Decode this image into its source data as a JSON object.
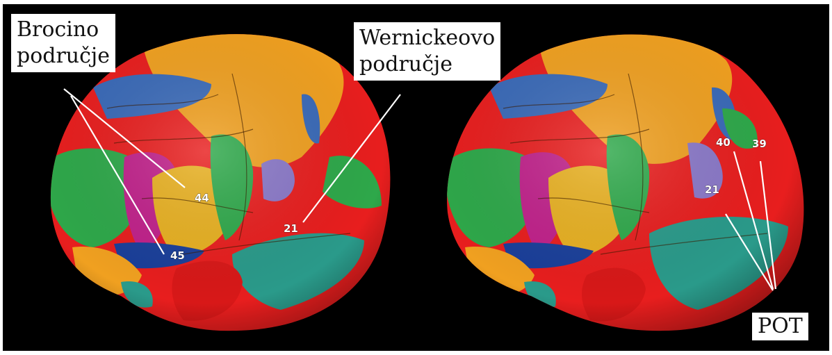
{
  "labels": {
    "broca_line1": "Brocino",
    "broca_line2": "područje",
    "wernicke_line1": "Wernickeovo",
    "wernicke_line2": "područje",
    "pot": "POT"
  },
  "left_brain": {
    "areas": [
      "44",
      "45",
      "21"
    ]
  },
  "right_brain": {
    "areas": [
      "40",
      "39",
      "21"
    ]
  },
  "colors": {
    "background": "#000000",
    "red": "#e81e1e",
    "orange": "#f0a020",
    "gold": "#e8b020",
    "green": "#2ea84a",
    "blue": "#3a6ab8",
    "navy": "#1a3f9a",
    "magenta": "#c0208a",
    "teal": "#2a9a8a",
    "lavender": "#8a78c8"
  }
}
